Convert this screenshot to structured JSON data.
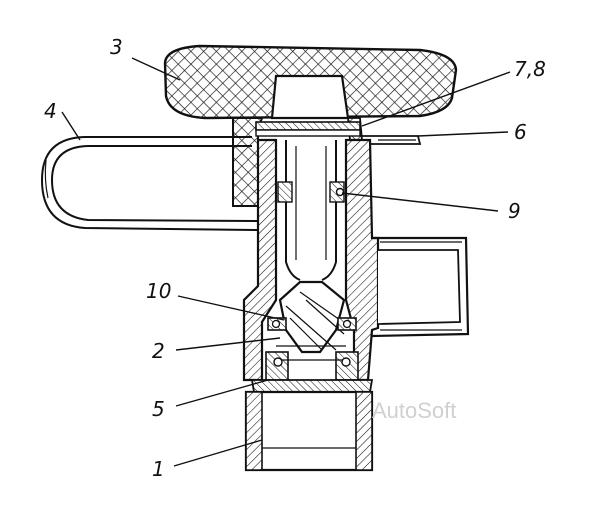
{
  "callouts": [
    {
      "id": "1",
      "text": "1"
    },
    {
      "id": "2",
      "text": "2"
    },
    {
      "id": "3",
      "text": "3"
    },
    {
      "id": "4",
      "text": "4"
    },
    {
      "id": "5",
      "text": "5"
    },
    {
      "id": "6",
      "text": "6"
    },
    {
      "id": "7-8",
      "text": "7,8"
    },
    {
      "id": "9",
      "text": "9"
    },
    {
      "id": "10",
      "text": "10"
    }
  ],
  "watermark": "AutoSoft"
}
